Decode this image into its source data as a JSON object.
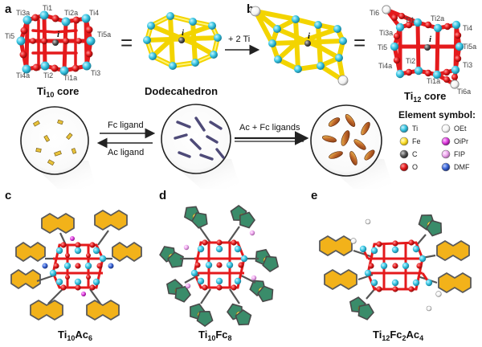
{
  "panels": {
    "a": "a",
    "b": "b",
    "c": "c",
    "d": "d",
    "e": "e"
  },
  "core_a": {
    "labels": {
      "ti3a": "Ti3a",
      "ti1": "Ti1",
      "ti2a": "Ti2a",
      "ti4": "Ti4",
      "ti5": "Ti5",
      "ti5a": "Ti5a",
      "ti4a": "Ti4a",
      "ti2": "Ti2",
      "ti1a": "Ti1a",
      "ti3": "Ti3",
      "inversion": "i"
    },
    "caption_main": "Ti",
    "caption_sub": "10",
    "caption_rest": " core"
  },
  "dodecahedron": {
    "label": "Dodecahedron",
    "inversion": "i"
  },
  "equals": "=",
  "plus_ti": "+ 2 Ti",
  "core_b": {
    "inversion": "i"
  },
  "core_b_right": {
    "labels": {
      "ti6": "Ti6",
      "ti1": "Ti1",
      "ti2a": "Ti2a",
      "ti3a": "Ti3a",
      "ti4": "Ti4",
      "ti5": "Ti5",
      "ti5a": "Ti5a",
      "ti2": "Ti2",
      "ti4a": "Ti4a",
      "ti3": "Ti3",
      "ti1a": "Ti1a",
      "ti6a": "Ti6a",
      "inversion": "i"
    },
    "caption_main": "Ti",
    "caption_sub": "12",
    "caption_rest": " core"
  },
  "morphology": {
    "fc_ligand": "Fc ligand",
    "ac_ligand": "Ac ligand",
    "ac_fc_ligands": "Ac + Fc ligands"
  },
  "legend": {
    "title": "Element symbol:",
    "items": [
      {
        "symbol": "Ti",
        "color": "#38c6e3"
      },
      {
        "symbol": "Fe",
        "color": "#ffe234"
      },
      {
        "symbol": "C",
        "color": "#5a5a5a"
      },
      {
        "symbol": "O",
        "color": "#e41a1c"
      },
      {
        "symbol": "OEt",
        "color": "#ffffff"
      },
      {
        "symbol": "OiPr",
        "color": "#e040e0"
      },
      {
        "symbol": "FIP",
        "color": "#f0a8f0"
      },
      {
        "symbol": "DMF",
        "color": "#3a66d8"
      }
    ]
  },
  "captions": {
    "c": {
      "main": "Ti",
      "sub1": "10",
      "mid": "Ac",
      "sub2": "6",
      "end": ""
    },
    "d": {
      "main": "Ti",
      "sub1": "10",
      "mid": "Fc",
      "sub2": "8",
      "end": ""
    },
    "e": {
      "main": "Ti",
      "sub1": "12",
      "mid": "Fc",
      "sub2": "2",
      "mid2": "Ac",
      "sub3": "4"
    }
  },
  "colors": {
    "ti": "#38c6e3",
    "o": "#e41a1c",
    "c": "#5a5a5a",
    "fe": "#ffe234",
    "yellow_frame": "#ffef3a",
    "acene": "#f2b21a",
    "cp_ring": "#3a8c6a",
    "crystal_light": "#e8c23a",
    "crystal_dark": "#b8581e",
    "rod": "#5a5580"
  }
}
